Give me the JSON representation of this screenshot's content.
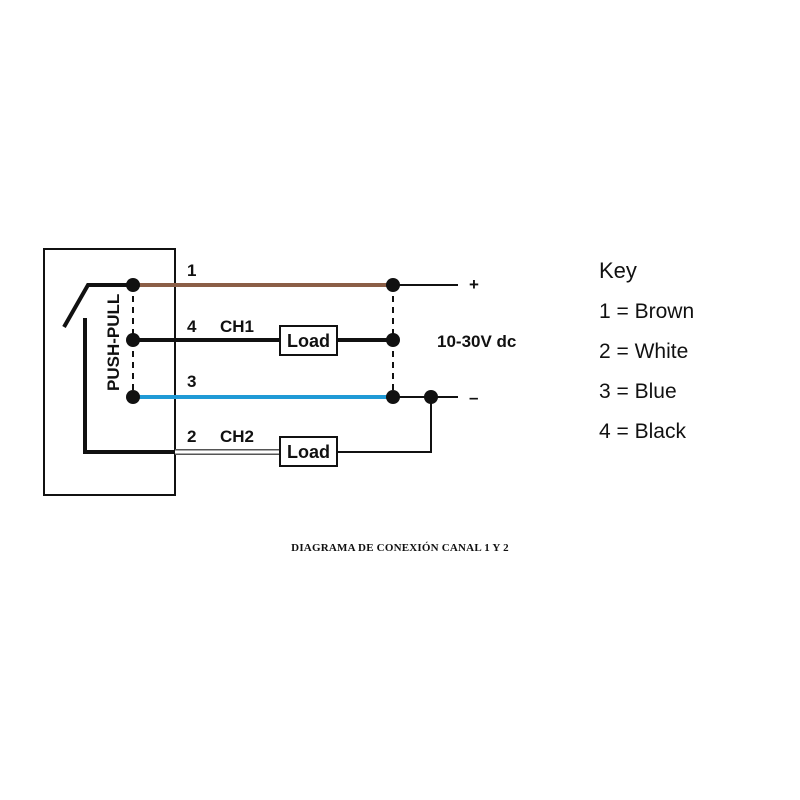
{
  "diagram": {
    "box_label": "PUSH-PULL",
    "wires": [
      {
        "number": "1",
        "channel": "",
        "color_name": "Brown",
        "color": "#8b5e46"
      },
      {
        "number": "4",
        "channel": "CH1",
        "color_name": "Black",
        "color": "#111111"
      },
      {
        "number": "3",
        "channel": "",
        "color_name": "Blue",
        "color": "#1f9ad6"
      },
      {
        "number": "2",
        "channel": "CH2",
        "color_name": "White",
        "color": "#ffffff"
      }
    ],
    "load_label": "Load",
    "supply": {
      "voltage": "10-30V dc",
      "plus": "+",
      "minus": "–"
    }
  },
  "key": {
    "title": "Key",
    "items": [
      "1 = Brown",
      "2 = White",
      "3 = Blue",
      "4 = Black"
    ]
  },
  "caption": "DIAGRAMA DE CONEXIÓN CANAL 1 Y 2"
}
